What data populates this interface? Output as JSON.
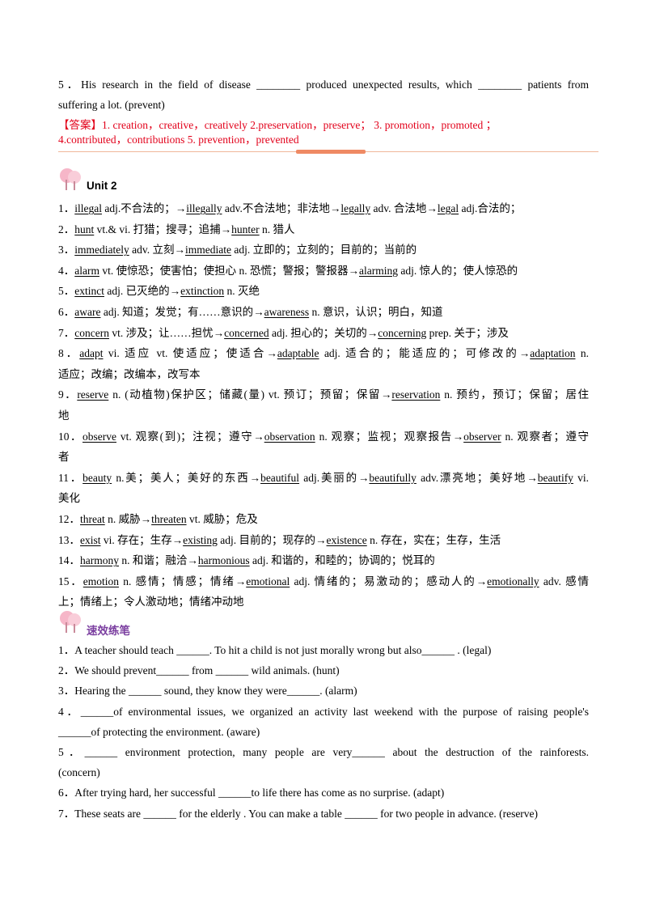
{
  "q5_top": {
    "line1": [
      "5．His research in the field of disease ",
      "________",
      " produced unexpected results, which ",
      "________",
      " patients from"
    ],
    "line2": "suffering a lot. (prevent)"
  },
  "answers": {
    "line1": "【答案】1. creation，creative，creatively      2.preservation，preserve；      3. promotion，promoted ；",
    "line2": "4.contributed，contributions      5. prevention，prevented"
  },
  "icons": {
    "tree": "tree-icon"
  },
  "unit": {
    "title": "Unit   2"
  },
  "vocab": [
    {
      "num": "1．",
      "parts": [
        {
          "t": "illegal",
          "u": 1
        },
        {
          "t": "  adj.不合法的；→"
        },
        {
          "t": "illegally",
          "u": 1
        },
        {
          "t": " adv.不合法地；非法地→"
        },
        {
          "t": "legally",
          "u": 1
        },
        {
          "t": " adv. 合法地→"
        },
        {
          "t": "legal",
          "u": 1
        },
        {
          "t": " adj.合法的；"
        }
      ]
    },
    {
      "num": "2．",
      "parts": [
        {
          "t": "hunt",
          "u": 1
        },
        {
          "t": "    vt.& vi.     打猎；搜寻；追捕→"
        },
        {
          "t": "hunter",
          "u": 1
        },
        {
          "t": " n. 猎人"
        }
      ]
    },
    {
      "num": "3．",
      "parts": [
        {
          "t": "immediately",
          "u": 1
        },
        {
          "t": " adv.   立刻→"
        },
        {
          "t": "immediate",
          "u": 1
        },
        {
          "t": " adj. 立即的；立刻的；目前的；当前的"
        }
      ]
    },
    {
      "num": "4．",
      "parts": [
        {
          "t": "alarm",
          "u": 1
        },
        {
          "t": " vt.   使惊恐；使害怕；使担心   n. 恐慌；警报；警报器→"
        },
        {
          "t": "alarming",
          "u": 1
        },
        {
          "t": " adj. 惊人的；使人惊恐的"
        }
      ]
    },
    {
      "num": "5．",
      "parts": [
        {
          "t": "extinct",
          "u": 1
        },
        {
          "t": " adj. 已灭绝的→"
        },
        {
          "t": "extinction",
          "u": 1
        },
        {
          "t": " n. 灭绝"
        }
      ]
    },
    {
      "num": "6．",
      "parts": [
        {
          "t": "aware",
          "u": 1
        },
        {
          "t": "    adj.      知道；发觉；有……意识的→"
        },
        {
          "t": "awareness",
          "u": 1
        },
        {
          "t": " n. 意识，认识；明白，知道"
        }
      ]
    },
    {
      "num": "7．",
      "parts": [
        {
          "t": "concern",
          "u": 1
        },
        {
          "t": "      vt.     涉及；让……担忧→"
        },
        {
          "t": "concerned",
          "u": 1
        },
        {
          "t": " adj. 担心的；关切的→"
        },
        {
          "t": "concerning",
          "u": 1
        },
        {
          "t": " prep. 关于；涉及"
        }
      ]
    },
    {
      "num": "8．",
      "parts": [
        {
          "t": "adapt",
          "u": 1
        },
        {
          "t": "    vi.   适应   vt. 使适应；使适合→"
        },
        {
          "t": "adaptable",
          "u": 1
        },
        {
          "t": " adj.  适合的；能适应的；可修改的→"
        },
        {
          "t": "adaptation",
          "u": 1
        },
        {
          "t": " n."
        }
      ],
      "cont": "适应；改编；改编本，改写本"
    },
    {
      "num": "9．",
      "parts": [
        {
          "t": "reserve",
          "u": 1
        },
        {
          "t": " n. (动植物)保护区；储藏(量)    vt. 预订；预留；保留→"
        },
        {
          "t": "reservation",
          "u": 1
        },
        {
          "t": " n.   预约，预订；保留；居住"
        }
      ],
      "cont": "地"
    },
    {
      "num": "10．",
      "parts": [
        {
          "t": "observe",
          "u": 1
        },
        {
          "t": " vt. 观察(到)；注视；遵守→"
        },
        {
          "t": "observation",
          "u": 1
        },
        {
          "t": " n. 观察；监视；观察报告→"
        },
        {
          "t": "observer",
          "u": 1
        },
        {
          "t": " n. 观察者；遵守"
        }
      ],
      "cont": "者"
    },
    {
      "num": "11．",
      "parts": [
        {
          "t": "beauty",
          "u": 1
        },
        {
          "t": " n.美；美人；美好的东西→"
        },
        {
          "t": "beautiful",
          "u": 1
        },
        {
          "t": " adj.美丽的→"
        },
        {
          "t": "beautifully",
          "u": 1
        },
        {
          "t": " adv.漂亮地；美好地→"
        },
        {
          "t": "beautify",
          "u": 1
        },
        {
          "t": " vi."
        }
      ],
      "cont": "美化"
    },
    {
      "num": "12．",
      "parts": [
        {
          "t": "threat",
          "u": 1
        },
        {
          "t": "     n.     威胁→"
        },
        {
          "t": "threaten",
          "u": 1
        },
        {
          "t": " vt. 威胁；危及"
        }
      ]
    },
    {
      "num": "13．",
      "parts": [
        {
          "t": "exist",
          "u": 1
        },
        {
          "t": "     vi.     存在；生存→"
        },
        {
          "t": "existing",
          "u": 1
        },
        {
          "t": " adj. 目前的；现存的→"
        },
        {
          "t": "existence",
          "u": 1
        },
        {
          "t": " n.     存在，实在；生存，生活"
        }
      ]
    },
    {
      "num": "14．",
      "parts": [
        {
          "t": "harmony",
          "u": 1
        },
        {
          "t": " n.     和谐；融洽→"
        },
        {
          "t": "harmonious",
          "u": 1
        },
        {
          "t": " adj. 和谐的，和睦的；协调的；悦耳的"
        }
      ]
    },
    {
      "num": "15．",
      "parts": [
        {
          "t": "emotion",
          "u": 1
        },
        {
          "t": " n.     感情；情感；情绪→"
        },
        {
          "t": "emotional",
          "u": 1
        },
        {
          "t": " adj. 情绪的；易激动的；感动人的→"
        },
        {
          "t": "emotionally",
          "u": 1
        },
        {
          "t": " adv. 感情"
        }
      ],
      "cont": "上；情绪上；令人激动地；情绪冲动地"
    }
  ],
  "practice": {
    "title": "速效练笔",
    "items": [
      [
        "1．A teacher should teach ______. To hit a child is not just morally wrong but also______  . (legal)"
      ],
      [
        "2．We should prevent______  from ______  wild animals. (hunt)"
      ],
      [
        "3．Hearing the ______ sound, they know they were______.  (alarm)"
      ],
      [
        "4．______of environmental issues, we organized an activity last weekend with the purpose of raising people's",
        "______of protecting the environment. (aware)"
      ],
      [
        "5．______  environment protection, many people are very______  about the destruction of the rainforests.",
        "(concern)"
      ],
      [
        "6．After trying hard, her successful  ______to life there has come as no surprise. (adapt)"
      ],
      [
        "7．These seats are  ______  for the elderly . You can make a table  ______  for two people in advance. (reserve)"
      ]
    ]
  }
}
